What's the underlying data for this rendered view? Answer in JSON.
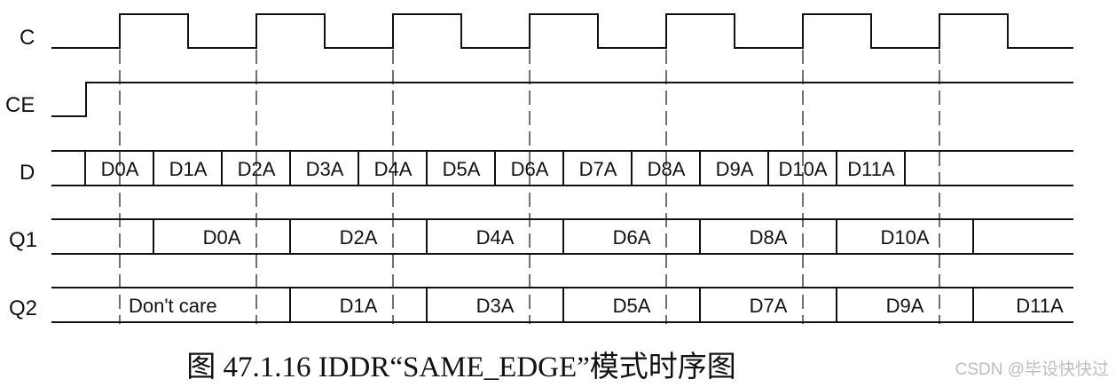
{
  "signals": {
    "c": {
      "label": "C"
    },
    "ce": {
      "label": "CE"
    },
    "d": {
      "label": "D",
      "cells": [
        "D0A",
        "D1A",
        "D2A",
        "D3A",
        "D4A",
        "D5A",
        "D6A",
        "D7A",
        "D8A",
        "D9A",
        "D10A",
        "D11A"
      ]
    },
    "q1": {
      "label": "Q1",
      "cells": [
        "D0A",
        "D2A",
        "D4A",
        "D6A",
        "D8A",
        "D10A"
      ]
    },
    "q2": {
      "label": "Q2",
      "cells": [
        "Don't care",
        "D1A",
        "D3A",
        "D5A",
        "D7A",
        "D9A",
        "D11A"
      ]
    }
  },
  "caption": "图 47.1.16 IDDR“SAME_EDGE”模式时序图",
  "watermark": "CSDN @毕设快快过",
  "colors": {
    "ink": "#111111",
    "background": "#ffffff",
    "watermark": "#bdbdbd"
  }
}
